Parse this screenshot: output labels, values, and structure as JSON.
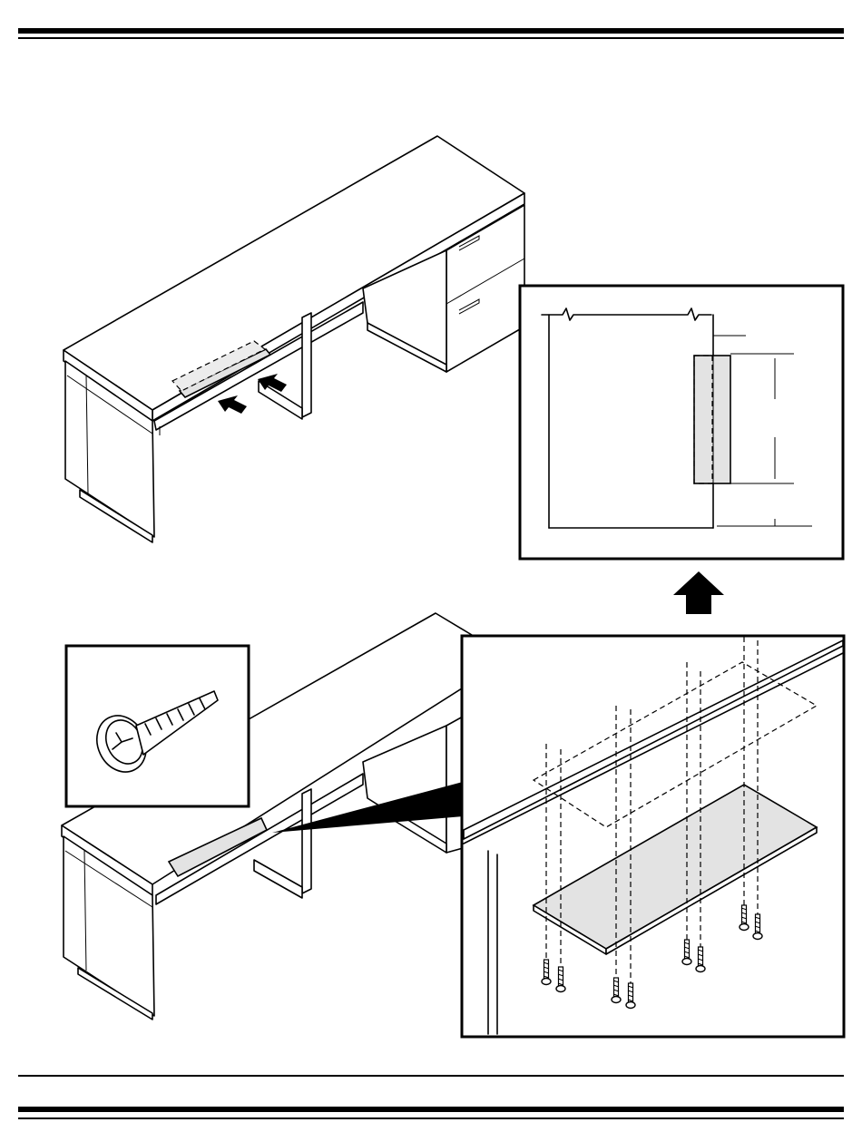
{
  "diagram": {
    "top_view": {
      "arrows": [
        "push-arrow-left",
        "push-arrow-right"
      ]
    },
    "detail_box": {
      "icon": "dimension-detail"
    },
    "screw_box": {
      "icon": "pan-head-screw-icon"
    },
    "plate_detail": {
      "screw_count": 8
    },
    "up_arrow": {
      "icon": "up-arrow-icon"
    },
    "colors": {
      "line": "#000000",
      "plate_fill": "#e3e3e3",
      "background": "#ffffff"
    }
  }
}
